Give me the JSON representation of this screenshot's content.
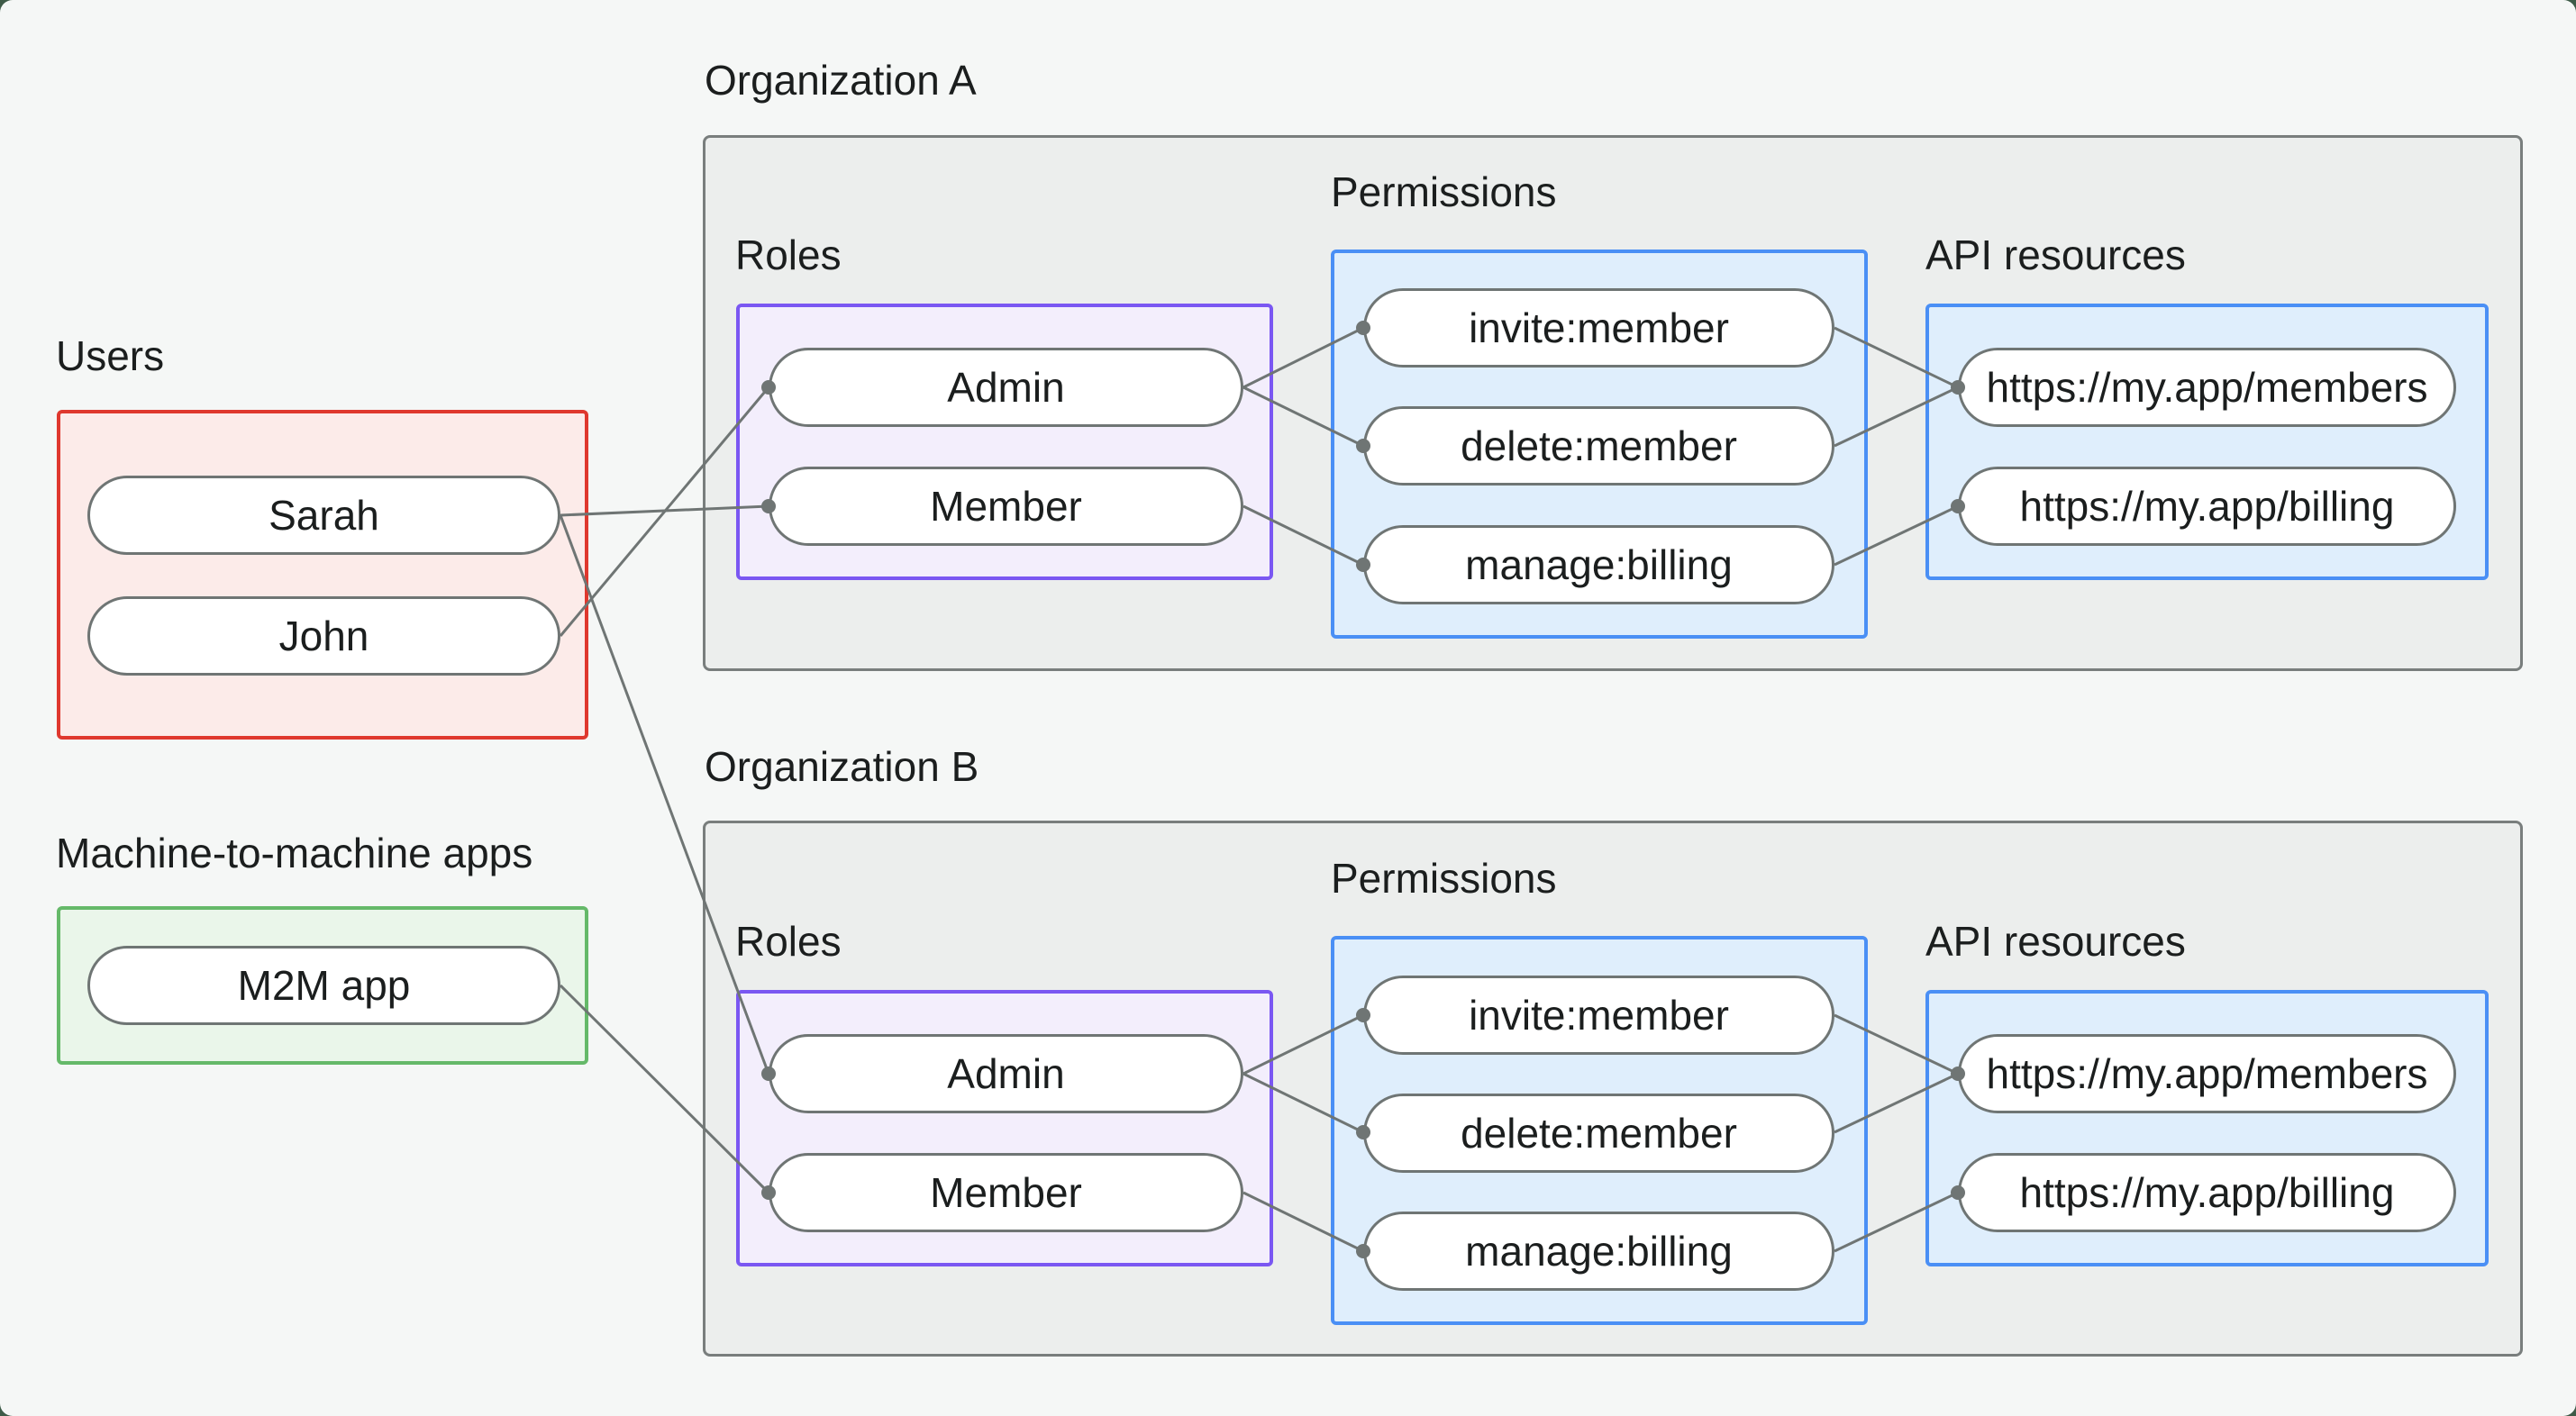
{
  "colors": {
    "background": "#f5f7f6",
    "corner_backdrop": "#3e5b48",
    "connector": "#6f7574",
    "text": "#1b1e1e",
    "org_box_fill": "#eceeed",
    "org_box_border": "#797e7d",
    "users_box_border": "#df382e",
    "users_box_fill": "#fcebe9",
    "m2m_box_border": "#65b969",
    "m2m_box_fill": "#eaf6ea",
    "roles_box_border": "#7a57f2",
    "roles_box_fill": "#f3eefc",
    "permissions_box_border": "#4a8ff5",
    "permissions_box_fill": "#dfeefc",
    "pill_fill": "#ffffff",
    "pill_border": "#6f7574"
  },
  "users": {
    "label": "Users",
    "items": [
      {
        "id": "sarah",
        "label": "Sarah"
      },
      {
        "id": "john",
        "label": "John"
      }
    ]
  },
  "m2m": {
    "label": "Machine-to-machine apps",
    "items": [
      {
        "id": "m2m_app",
        "label": "M2M app"
      }
    ]
  },
  "organizations": [
    {
      "id": "orgA",
      "label": "Organization A",
      "roles_label": "Roles",
      "permissions_label": "Permissions",
      "api_label": "API resources",
      "roles": [
        {
          "id": "orgA_admin",
          "label": "Admin"
        },
        {
          "id": "orgA_member",
          "label": "Member"
        }
      ],
      "permissions": [
        {
          "id": "orgA_invite",
          "label": "invite:member"
        },
        {
          "id": "orgA_delete",
          "label": "delete:member"
        },
        {
          "id": "orgA_manage",
          "label": "manage:billing"
        }
      ],
      "api_resources": [
        {
          "id": "orgA_members_api",
          "label": "https://my.app/members"
        },
        {
          "id": "orgA_billing_api",
          "label": "https://my.app/billing"
        }
      ]
    },
    {
      "id": "orgB",
      "label": "Organization B",
      "roles_label": "Roles",
      "permissions_label": "Permissions",
      "api_label": "API resources",
      "roles": [
        {
          "id": "orgB_admin",
          "label": "Admin"
        },
        {
          "id": "orgB_member",
          "label": "Member"
        }
      ],
      "permissions": [
        {
          "id": "orgB_invite",
          "label": "invite:member"
        },
        {
          "id": "orgB_delete",
          "label": "delete:member"
        },
        {
          "id": "orgB_manage",
          "label": "manage:billing"
        }
      ],
      "api_resources": [
        {
          "id": "orgB_members_api",
          "label": "https://my.app/members"
        },
        {
          "id": "orgB_billing_api",
          "label": "https://my.app/billing"
        }
      ]
    }
  ],
  "edges": [
    {
      "from": "john",
      "to": "orgA_admin"
    },
    {
      "from": "sarah",
      "to": "orgA_member"
    },
    {
      "from": "sarah",
      "to": "orgB_admin"
    },
    {
      "from": "m2m_app",
      "to": "orgB_member"
    },
    {
      "from": "orgA_admin",
      "to": "orgA_invite"
    },
    {
      "from": "orgA_admin",
      "to": "orgA_delete"
    },
    {
      "from": "orgA_member",
      "to": "orgA_manage"
    },
    {
      "from": "orgA_invite",
      "to": "orgA_members_api"
    },
    {
      "from": "orgA_delete",
      "to": "orgA_members_api"
    },
    {
      "from": "orgA_manage",
      "to": "orgA_billing_api"
    },
    {
      "from": "orgB_admin",
      "to": "orgB_invite"
    },
    {
      "from": "orgB_admin",
      "to": "orgB_delete"
    },
    {
      "from": "orgB_member",
      "to": "orgB_manage"
    },
    {
      "from": "orgB_invite",
      "to": "orgB_members_api"
    },
    {
      "from": "orgB_delete",
      "to": "orgB_members_api"
    },
    {
      "from": "orgB_manage",
      "to": "orgB_billing_api"
    }
  ]
}
